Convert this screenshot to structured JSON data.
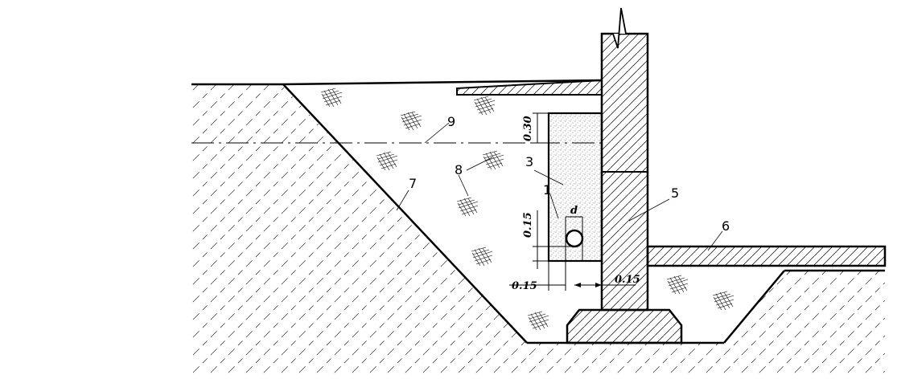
{
  "dimensions": {
    "top_gap": "0.30",
    "pipe_height": "0.15",
    "left_offset": "0.15",
    "right_offset": "0.15",
    "pipe_diameter": "d"
  },
  "labels": {
    "l1": "1",
    "l3": "3",
    "l5": "5",
    "l6": "6",
    "l7": "7",
    "l8": "8",
    "l9": "9"
  }
}
